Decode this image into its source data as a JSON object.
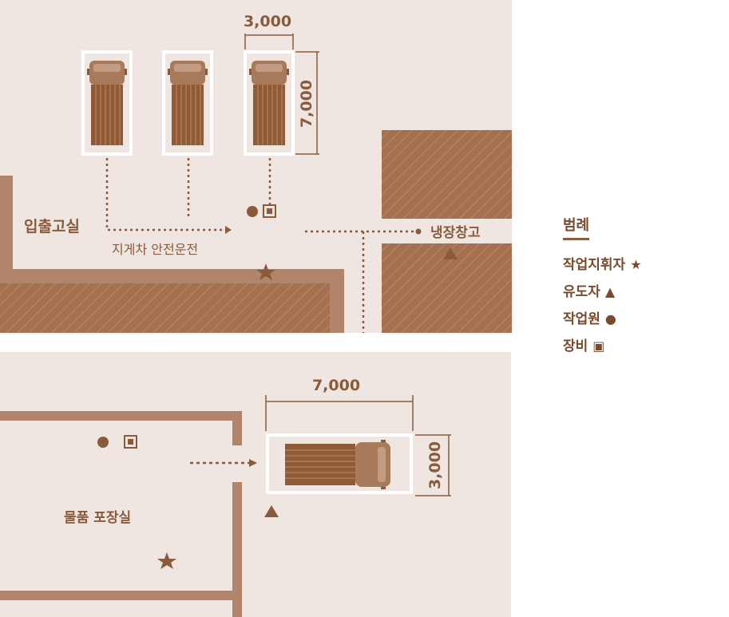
{
  "labels": {
    "room_loading": "입출고실",
    "forklift_path": "지게차 안전운전",
    "cold_storage": "냉장창고",
    "packing_room": "물품 포장실"
  },
  "dimensions": {
    "top_width": "3,000",
    "top_length": "7,000",
    "bottom_length": "7,000",
    "bottom_width": "3,000"
  },
  "legend": {
    "title": "범례",
    "items": [
      {
        "label": "작업지휘자",
        "symbol": "★"
      },
      {
        "label": "유도자",
        "symbol": "▲"
      },
      {
        "label": "작업원",
        "symbol": "●"
      },
      {
        "label": "장비",
        "symbol": "▣"
      }
    ]
  },
  "colors": {
    "floor": "#efe6e1",
    "wall": "#b08569",
    "storage": "#a5704f",
    "accent": "#8a5a3c"
  }
}
